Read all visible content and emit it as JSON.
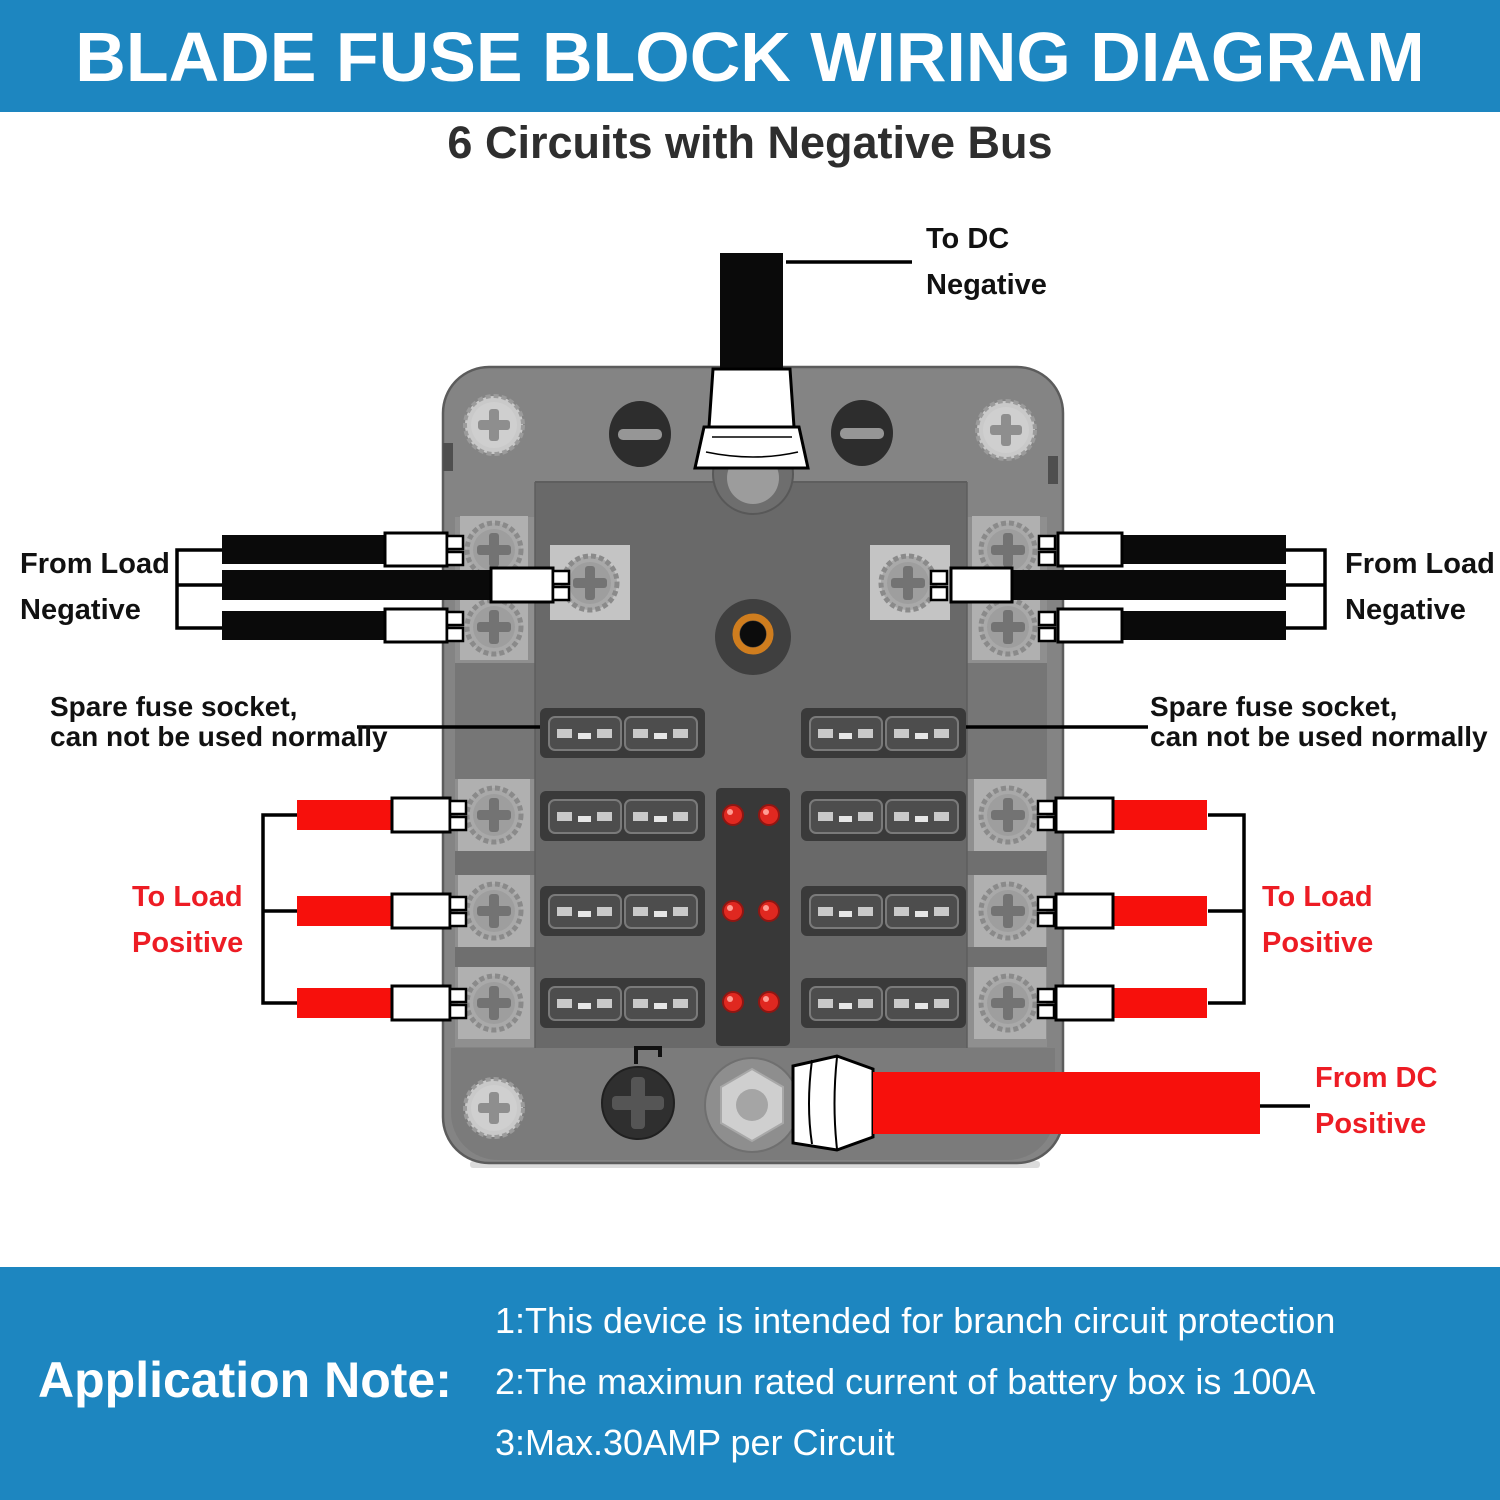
{
  "header": {
    "title": "BLADE FUSE BLOCK WIRING DIAGRAM",
    "subtitle": "6 Circuits with Negative Bus"
  },
  "diagram": {
    "to_dc": {
      "line1": "To DC",
      "line2": "Negative"
    },
    "from_load_left": {
      "line1": "From Load",
      "line2": "Negative"
    },
    "from_load_right": {
      "line1": "From Load",
      "line2": "Negative"
    },
    "spare_left": {
      "line1": "Spare fuse socket,",
      "line2": "can not be used normally"
    },
    "spare_right": {
      "line1": "Spare fuse socket,",
      "line2": "can not be used normally"
    },
    "to_load_left": {
      "line1": "To Load",
      "line2": "Positive"
    },
    "to_load_right": {
      "line1": "To Load",
      "line2": "Positive"
    },
    "from_dc": {
      "line1": "From DC",
      "line2": "Positive"
    }
  },
  "notes": {
    "heading": "Application Note:",
    "items": [
      "1:This device is intended for branch circuit protection",
      "2:The maximun rated current of battery box is 100A",
      "3:Max.30AMP per Circuit"
    ]
  },
  "colors": {
    "band_blue": "#1d86c0",
    "label_black": "#111111",
    "label_red": "#ed1c24",
    "wire_black": "#0a0a0a",
    "wire_red": "#f7100c",
    "led_red": "#e02820",
    "body_gray": "#848484",
    "panel_gray": "#696969"
  },
  "icons": {
    "screw": "phillips-screw-icon",
    "fuse": "blade-fuse-icon",
    "led": "led-indicator-icon",
    "hex_terminal": "hex-nut-terminal-icon",
    "mounting_hole": "mounting-hole-icon"
  }
}
